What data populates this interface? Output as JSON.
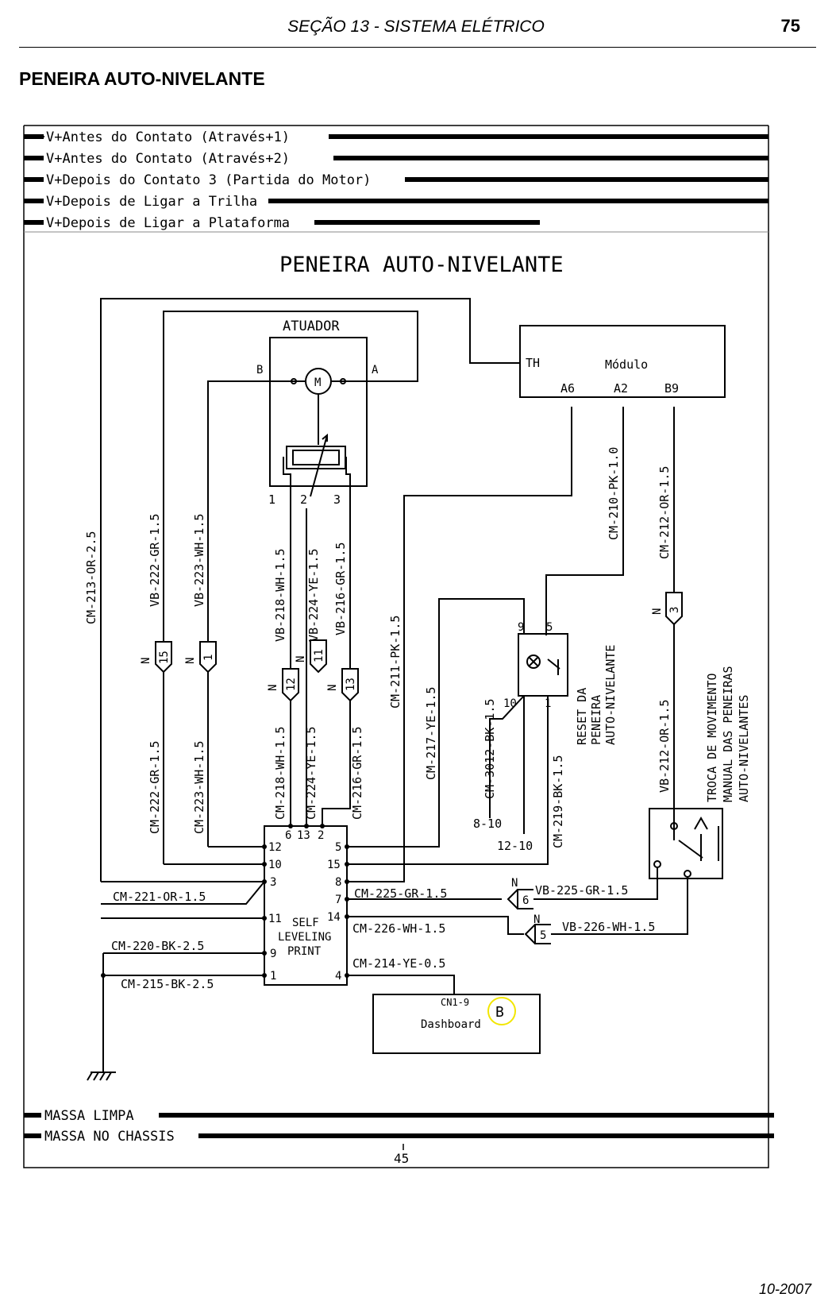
{
  "header": {
    "title": "SEÇÃO 13 - SISTEMA ELÉTRICO",
    "page_number": "75"
  },
  "section_title": "PENEIRA AUTO-NIVELANTE",
  "footer": {
    "date": "10-2007"
  },
  "diagram": {
    "top_buses": [
      "V+Antes do Contato (Através+1)",
      "V+Antes do Contato (Através+2)",
      "V+Depois do Contato 3 (Partida do Motor)",
      "V+Depois de Ligar a Trilha",
      "V+Depois de Ligar a Plataforma"
    ],
    "title": "PENEIRA AUTO-NIVELANTE",
    "actuator": {
      "title": "ATUADOR",
      "motor": "M",
      "terminal_b": "B",
      "terminal_a": "A",
      "pins": [
        "1",
        "2",
        "3"
      ]
    },
    "module": {
      "title": "Módulo",
      "th": "TH",
      "pins": [
        "A6",
        "A2",
        "B9"
      ]
    },
    "wires": {
      "cm213": "CM-213-OR-2.5",
      "vb222": "VB-222-GR-1.5",
      "vb223": "VB-223-WH-1.5",
      "vb218": "VB-218-WH-1.5",
      "vb224": "VB-224-YE-1.5",
      "vb216": "VB-216-GR-1.5",
      "cm211": "CM-211-PK-1.5",
      "cm210": "CM-210-PK-1.0",
      "cm212": "CM-212-OR-1.5",
      "cm222": "CM-222-GR-1.5",
      "cm223": "CM-223-WH-1.5",
      "cm218": "CM-218-WH-1.5",
      "cm224": "CM-224-YE-1.5",
      "cm216": "CM-216-GR-1.5",
      "cm217": "CM-217-YE-1.5",
      "cm3012": "CM-3012-BK-1.5",
      "cm219": "CM-219-BK-1.5",
      "vb212": "VB-212-OR-1.5",
      "cm221": "CM-221-OR-1.5",
      "cm220": "CM-220-BK-2.5",
      "cm215": "CM-215-BK-2.5",
      "cm225": "CM-225-GR-1.5",
      "vb225": "VB-225-GR-1.5",
      "cm226": "CM-226-WH-1.5",
      "vb226": "VB-226-WH-1.5",
      "cm214": "CM-214-YE-0.5"
    },
    "connectors": [
      "15",
      "1",
      "12",
      "11",
      "13",
      "3",
      "6",
      "5"
    ],
    "connector_prefix": "N",
    "reset_switch": {
      "label_lines": [
        "RESET DA",
        "PENEIRA",
        "AUTO-NIVELANTE"
      ],
      "pins": [
        "9",
        "5",
        "10",
        "1"
      ]
    },
    "manual_switch": {
      "label_lines": [
        "TROCA DE MOVIMENTO",
        "MANUAL DAS PENEIRAS",
        "AUTO-NIVELANTES"
      ]
    },
    "refs": {
      "r8_10": "8-10",
      "r12_10": "12-10"
    },
    "pcb": {
      "label_lines": [
        "SELF",
        "LEVELING",
        "PRINT"
      ],
      "top_pins": [
        "6",
        "13",
        "2"
      ],
      "left_pins": [
        "12",
        "10",
        "3",
        "11",
        "9",
        "1"
      ],
      "right_pins": [
        "5",
        "15",
        "8",
        "7",
        "14",
        "4"
      ]
    },
    "dashboard": {
      "connector": "CN1-9",
      "label": "Dashboard",
      "callout": "B"
    },
    "bottom_buses": [
      "MASSA LIMPA",
      "MASSA NO CHASSIS"
    ],
    "sheet_number": "45",
    "colors": {
      "callout": "#f2e600",
      "line": "#000000"
    }
  }
}
